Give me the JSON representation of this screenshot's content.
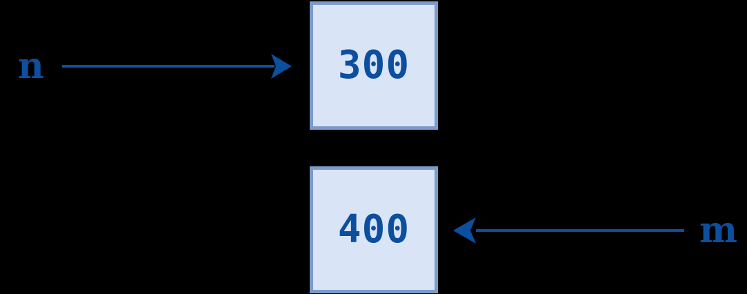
{
  "diagram": {
    "title": "variable-to-object reference diagram",
    "background_color": "#000000",
    "accent_color": "#0b4f9e",
    "box_fill_color": "#dae4f7",
    "box_border_color": "#7b9bc9",
    "arrow_color": "#0b4f9e",
    "variables": [
      {
        "name": "n",
        "label": "n",
        "arrow_direction": "right",
        "points_to": "300"
      },
      {
        "name": "m",
        "label": "m",
        "arrow_direction": "left",
        "points_to": "400"
      }
    ],
    "objects": [
      {
        "name": "object-300",
        "value": "300"
      },
      {
        "name": "object-400",
        "value": "400"
      }
    ]
  }
}
